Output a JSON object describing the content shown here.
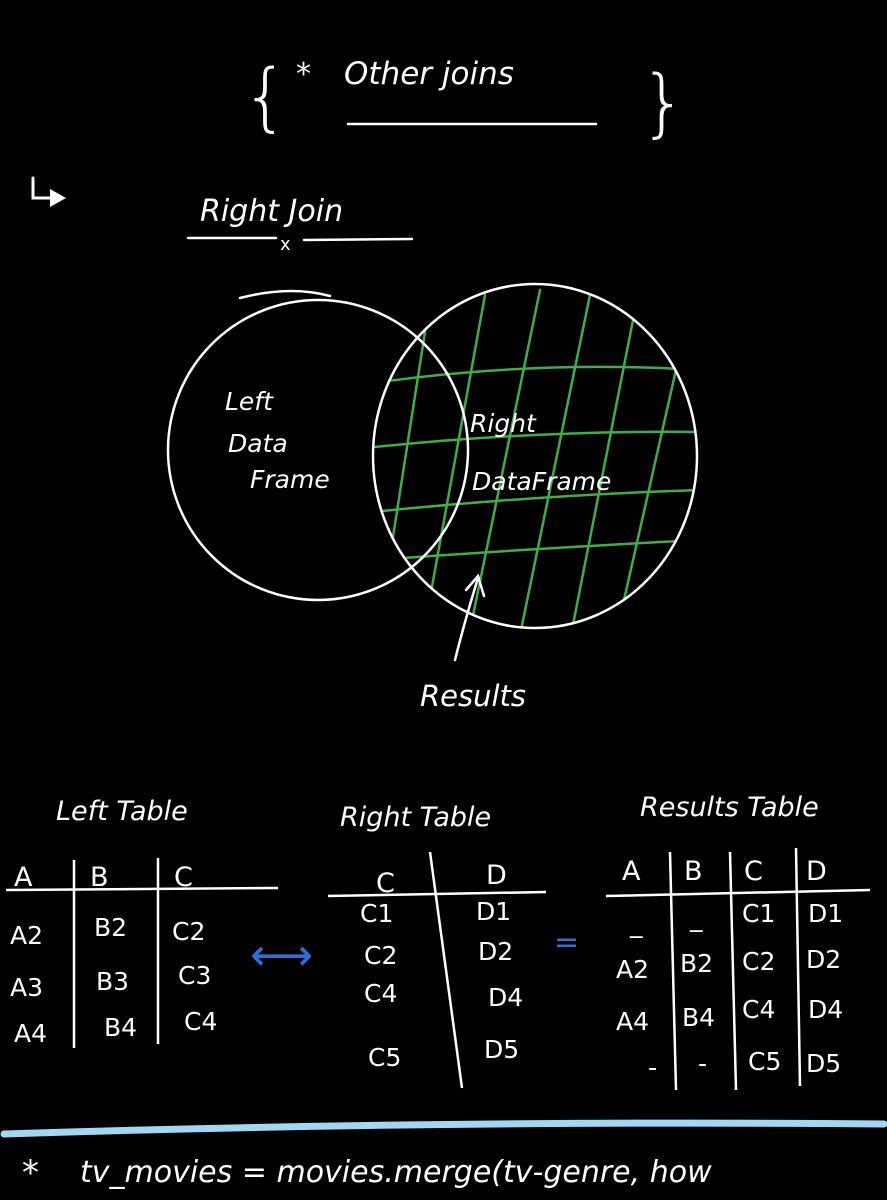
{
  "colors": {
    "background": "#000000",
    "ink": "#ffffff",
    "hatch": "#3fae49",
    "arrow": "#2f6fd6",
    "highlight": "#9fd8f2"
  },
  "heading": {
    "open_brace": "{",
    "star": "*",
    "title": "Other joins",
    "close_brace": "}"
  },
  "subheading": {
    "arrow": "↳",
    "title": "Right Join",
    "mark": "x"
  },
  "venn": {
    "left_label": [
      "Left",
      "Data",
      "Frame"
    ],
    "right_label": [
      "Right",
      "DataFrame"
    ],
    "results_label": "Results"
  },
  "tables": {
    "left": {
      "title": "Left Table",
      "headers": [
        "A",
        "B",
        "C"
      ],
      "rows": [
        [
          "A2",
          "B2",
          "C2"
        ],
        [
          "A3",
          "B3",
          "C3"
        ],
        [
          "A4",
          "B4",
          "C4"
        ]
      ]
    },
    "right": {
      "title": "Right Table",
      "headers": [
        "C",
        "D"
      ],
      "rows": [
        [
          "C1",
          "D1"
        ],
        [
          "C2",
          "D2"
        ],
        [
          "C4",
          "D4"
        ],
        [
          "C5",
          "D5"
        ]
      ]
    },
    "results": {
      "title": "Results Table",
      "headers": [
        "A",
        "B",
        "C",
        "D"
      ],
      "rows": [
        [
          "_",
          "_",
          "C1",
          "D1"
        ],
        [
          "A2",
          "B2",
          "C2",
          "D2"
        ],
        [
          "A4",
          "B4",
          "C4",
          "D4"
        ],
        [
          "-",
          "-",
          "C5",
          "D5"
        ]
      ]
    },
    "swap_arrow": "⟷",
    "equals": "="
  },
  "code_line": {
    "star": "*",
    "text": "tv_movies = movies.merge(tv-genre, how"
  }
}
